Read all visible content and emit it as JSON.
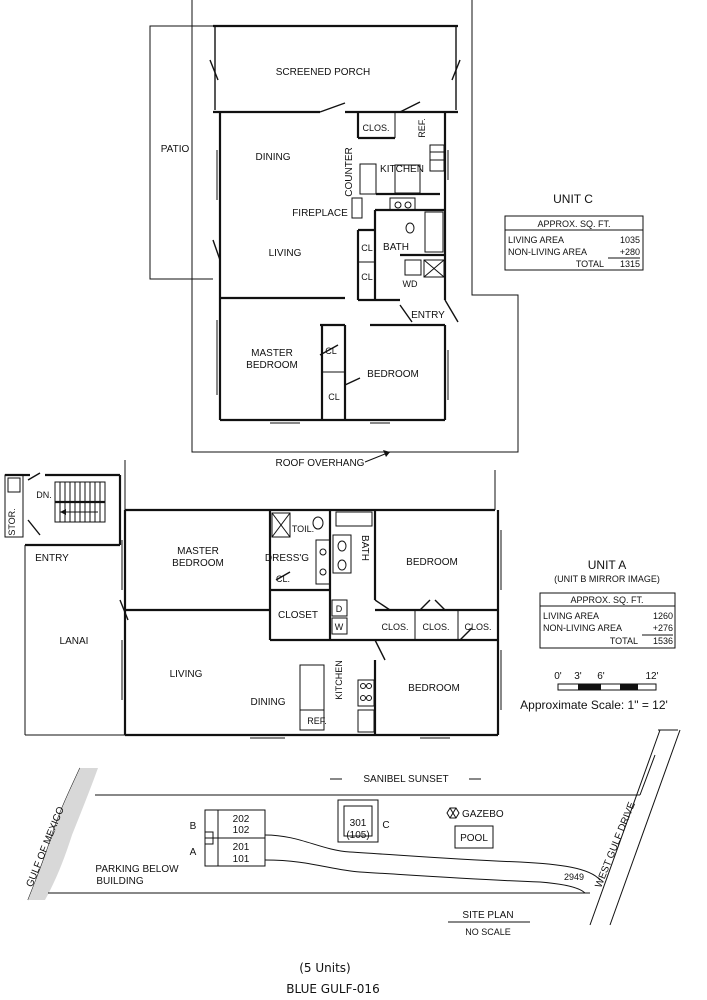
{
  "unit_c": {
    "rooms": {
      "screened_porch": "SCREENED PORCH",
      "patio": "PATIO",
      "dining": "DINING",
      "counter": "COUNTER",
      "kitchen": "KITCHEN",
      "clos": "CLOS.",
      "ref": "REF.",
      "fireplace": "FIREPLACE",
      "living": "LIVING",
      "bath": "BATH",
      "cl1": "CL",
      "cl2": "CL",
      "wd": "WD",
      "entry": "ENTRY",
      "master_bedroom_1": "MASTER",
      "master_bedroom_2": "BEDROOM",
      "cl3": "CL",
      "cl4": "CL",
      "bedroom": "BEDROOM",
      "roof_overhang": "ROOF OVERHANG"
    },
    "title": "UNIT C",
    "table": {
      "header": "APPROX. SQ. FT.",
      "living_label": "LIVING AREA",
      "living_value": "1035",
      "nonliving_label": "NON-LIVING AREA",
      "nonliving_value": "+280",
      "total_label": "TOTAL",
      "total_value": "1315"
    }
  },
  "unit_a": {
    "rooms": {
      "dn": "DN.",
      "stor": "STOR.",
      "entry": "ENTRY",
      "lanai": "LANAI",
      "master_1": "MASTER",
      "master_2": "BEDROOM",
      "toil": "TOIL.",
      "dressg": "DRESS'G",
      "bath": "BATH",
      "cl": "CL.",
      "closet": "CLOSET",
      "d": "D",
      "w": "W",
      "bedroom_1": "BEDROOM",
      "clos1": "CLOS.",
      "clos2": "CLOS.",
      "clos3": "CLOS.",
      "living": "LIVING",
      "dining": "DINING",
      "kitchen": "KITCHEN",
      "ref": "REF.",
      "bedroom_2": "BEDROOM"
    },
    "title": "UNIT A",
    "subtitle": "(UNIT B MIRROR IMAGE)",
    "table": {
      "header": "APPROX. SQ. FT.",
      "living_label": "LIVING AREA",
      "living_value": "1260",
      "nonliving_label": "NON-LIVING AREA",
      "nonliving_value": "+276",
      "total_label": "TOTAL",
      "total_value": "1536"
    }
  },
  "scale": {
    "ticks": [
      "0'",
      "3'",
      "6'",
      "12'"
    ],
    "caption": "Approximate Scale: 1\" = 12'"
  },
  "site_plan": {
    "sanibel_sunset": "SANIBEL SUNSET",
    "gazebo": "GAZEBO",
    "pool": "POOL",
    "gulf": "GULF OF MEXICO",
    "west_gulf_drive": "WEST GULF DRIVE",
    "number": "2949",
    "parking_1": "PARKING BELOW",
    "parking_2": "BUILDING",
    "unit_b_letter": "B",
    "unit_a_letter": "A",
    "u202": "202",
    "u102": "102",
    "u201": "201",
    "u101": "101",
    "u301": "301",
    "u105": "(105)",
    "unit_c_letter": "C",
    "title": "SITE PLAN",
    "noscale": "NO SCALE"
  },
  "footer": {
    "units": "(5 Units)",
    "name": "BLUE GULF-016"
  }
}
